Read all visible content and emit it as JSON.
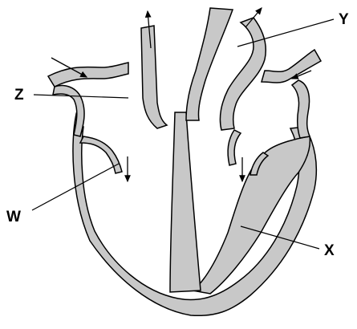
{
  "diagram": {
    "labels": {
      "w": "W",
      "x": "X",
      "y": "Y",
      "z": "Z"
    },
    "colors": {
      "tissue_fill": "#c8c8c8",
      "outline": "#000000",
      "background": "#ffffff"
    }
  }
}
